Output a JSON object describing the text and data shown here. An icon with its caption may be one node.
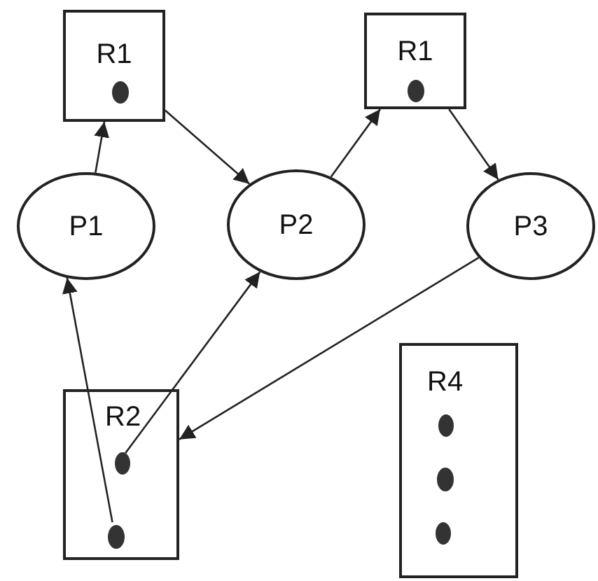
{
  "diagram": {
    "nodes": [
      {
        "text": [
          "R1"
        ]
      },
      {
        "text": [],
        "shape": "circle",
        "in": 0
      },
      {
        "text": [
          "P1"
        ]
      },
      {
        "text": [
          "P2"
        ]
      },
      {
        "text": [
          "R1"
        ]
      },
      {
        "text": [],
        "shape": "circle",
        "in": 4
      },
      {
        "text": [
          "P3"
        ]
      },
      {
        "text": [
          "R2"
        ]
      },
      {
        "text": [],
        "shape": "circle",
        "in": 7
      },
      {
        "text": [],
        "shape": "circle",
        "in": 7
      },
      {
        "text": [
          "R4"
        ]
      },
      {
        "text": [],
        "shape": "circle",
        "in": 10
      },
      {
        "text": [],
        "shape": "circle",
        "in": 10
      },
      {
        "text": [],
        "shape": "circle",
        "in": 10
      }
    ],
    "edges": [
      {
        "from": 2,
        "to": 0,
        "arrow": "to"
      },
      {
        "from": 0,
        "to": 3,
        "arrow": "to"
      },
      {
        "from": 3,
        "to": 4,
        "arrow": "to"
      },
      {
        "from": 4,
        "to": 6,
        "arrow": "to"
      },
      {
        "from": 6,
        "to": 7,
        "arrow": "to"
      },
      {
        "from": 8,
        "to": 3,
        "arrow": "to"
      },
      {
        "from": 9,
        "to": 2,
        "arrow": "to"
      }
    ]
  }
}
